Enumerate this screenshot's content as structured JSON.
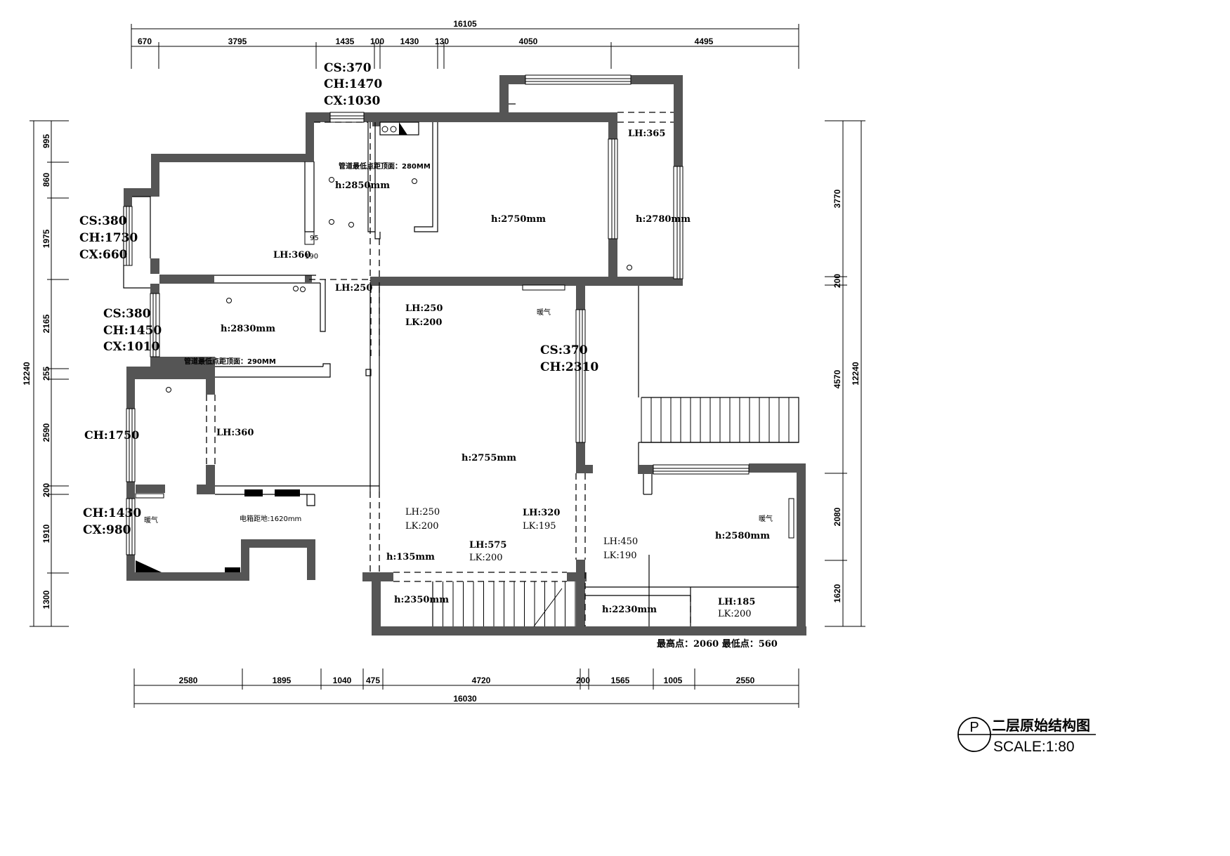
{
  "dims": {
    "top_total": "16105",
    "top": [
      "670",
      "3795",
      "1435",
      "100",
      "1430",
      "130",
      "4050",
      "4495"
    ],
    "bottom_total": "16030",
    "bottom": [
      "2580",
      "1895",
      "1040",
      "475",
      "4720",
      "200",
      "1565",
      "1005",
      "2550"
    ],
    "left_total": "12240",
    "left": [
      "995",
      "860",
      "1975",
      "2165",
      "255",
      "2590",
      "200",
      "1910",
      "1300"
    ],
    "right_total": "12240",
    "right": [
      "3770",
      "200",
      "4570",
      "2080",
      "1620"
    ]
  },
  "windows": {
    "top_kitchen": [
      "CS:370",
      "CH:1470",
      "CX:1030"
    ],
    "west_bay": [
      "CS:380",
      "CH:1730",
      "CX:660"
    ],
    "west_mid": [
      "CS:380",
      "CH:1450",
      "CX:1010"
    ],
    "west_low_ch": "CH:1750",
    "west_bottom": [
      "CH:1430",
      "CX:980"
    ],
    "hall_east": [
      "CS:370",
      "CH:2310"
    ]
  },
  "heights": {
    "kitchen": "h:2850mm",
    "living_top": "h:2750mm",
    "east_top": "h:2780mm",
    "west_room": "h:2830mm",
    "hall": "h:2755mm",
    "east_room": "h:2580mm",
    "stair_left": "h:2350mm",
    "east_low": "h:2230mm",
    "landing": "h:135mm"
  },
  "lintels": {
    "lh365": "LH:365",
    "lh360a": "LH:360",
    "lh250a": "LH:250",
    "lh250b": "LH:250",
    "lk200b": "LK:200",
    "lh360b": "LH:360",
    "lh250c": "LH:250",
    "lk200c": "LK:200",
    "lh320": "LH:320",
    "lk195": "LK:195",
    "lh575": "LH:575",
    "lk200d": "LK:200",
    "lh450": "LH:450",
    "lk190": "LK:190",
    "lh185": "LH:185",
    "lk200e": "LK:200"
  },
  "notes": {
    "pipe_kitchen": "管道最低点距顶面：280MM",
    "pipe_west": "管道最低点距顶面：290MM",
    "heater": "暖气",
    "box": "电箱距地:1620mm",
    "max_min": "最高点：2060   最低点：560",
    "n95": "95",
    "n190": "190"
  },
  "title": {
    "name": "二层原始结构图",
    "scale": "SCALE:1:80",
    "letter": "P"
  }
}
